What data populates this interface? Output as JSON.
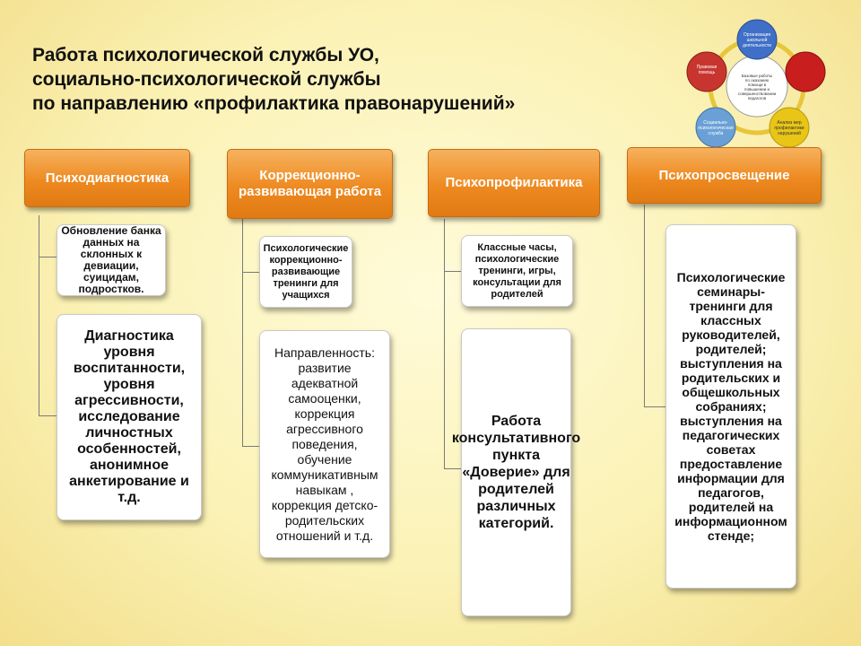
{
  "title": "Работа психологической службы УО,\nсоциально-психологической службы\nпо направлению «профилактика правонарушений»",
  "cycle_graphic": {
    "center": "Базовые работы по оказанию помощи в повышении и совершенствовании педагогов",
    "nodes": [
      "Организация школьной деятельности",
      "",
      "Анализ мер профилактики нарушений",
      "Социально-психологическая служба",
      "Правовая помощь"
    ],
    "colors": [
      "#3f6fc6",
      "#c81e1e",
      "#e8c516",
      "#6aa0d6",
      "#c8352f"
    ]
  },
  "columns": [
    {
      "header": "Психодиагностика",
      "items": [
        "Обновление банка данных на склонных к девиации, суицидам, подростков.",
        "Диагностика уровня воспитанности, уровня агрессивности, исследование личностных особенностей, анонимное анкетирование и т.д."
      ]
    },
    {
      "header": "Коррекционно-развивающая работа",
      "items": [
        "Психологические коррекционно-развивающие тренинги для учащихся",
        "Направленность:\n развитие\nадекватной\nсамооценки,\nкоррекция\nагрессивного\nповедения,\nобучение\nкоммуникативным\nнавыкам ,\nкоррекция детско-\nродительских\nотношений и т.д."
      ]
    },
    {
      "header": "Психопрофилактика",
      "items": [
        "Классные часы, психологические тренинги, игры, консультации для родителей",
        "Работа консультативного пункта «Доверие» для родителей различных категорий."
      ]
    },
    {
      "header": "Психопросвещение",
      "items": [
        "Психологические семинары-тренинги для классных руководителей, родителей; выступления на родительских и общешкольных собраниях; выступления на педагогических советах предоставление информации для педагогов, родителей на информационном стенде;"
      ]
    }
  ]
}
